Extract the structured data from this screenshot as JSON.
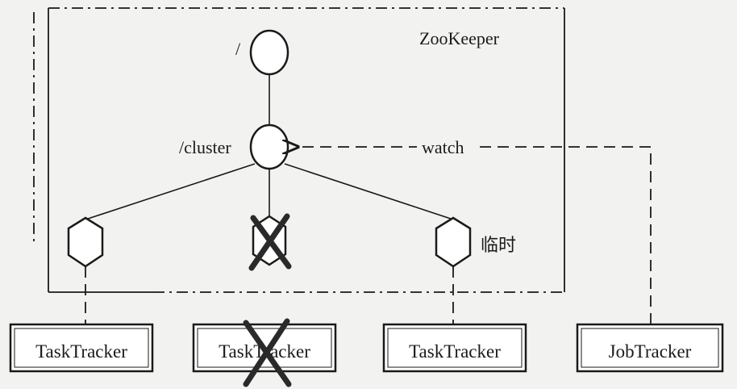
{
  "zookeeper_label": "ZooKeeper",
  "nodes": {
    "root_label": "/",
    "cluster_label": "/cluster",
    "ephemeral_label": "临时"
  },
  "watch_label": "watch",
  "trackers": [
    {
      "label": "TaskTracker",
      "failed": false
    },
    {
      "label": "TaskTracker",
      "failed": true
    },
    {
      "label": "TaskTracker",
      "failed": false
    },
    {
      "label": "JobTracker",
      "failed": false
    }
  ]
}
